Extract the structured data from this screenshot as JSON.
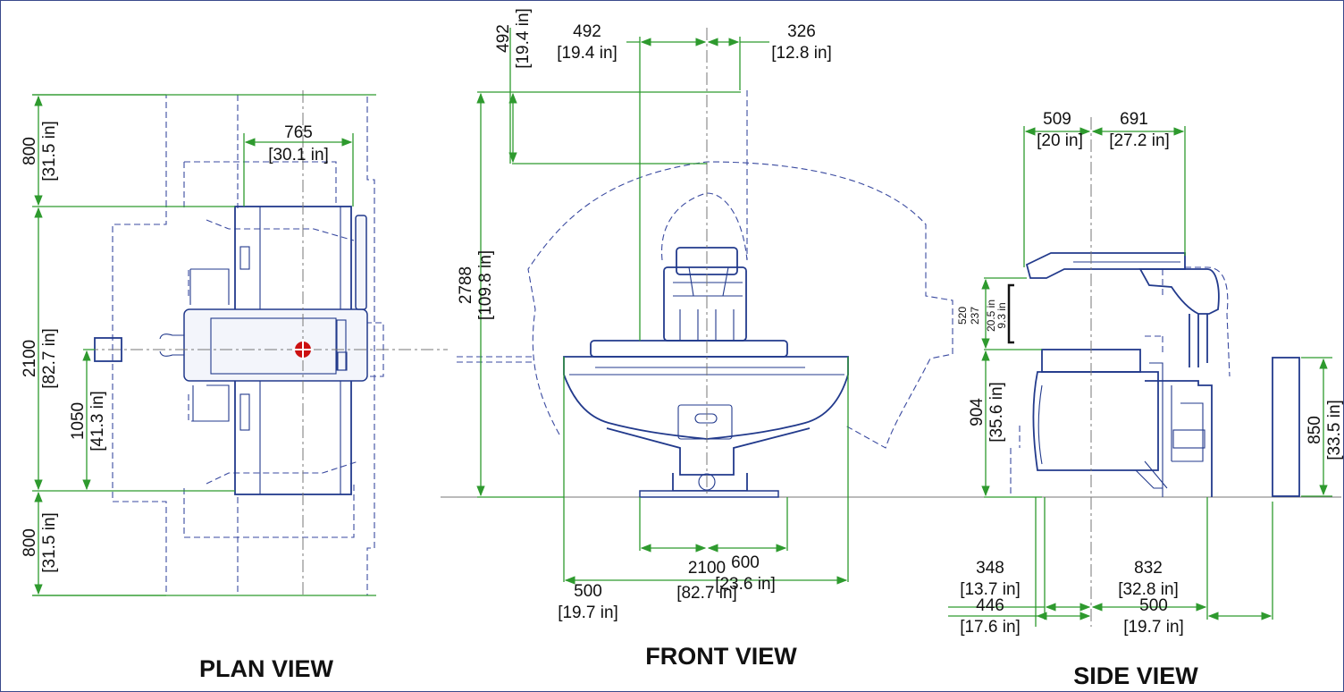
{
  "views": {
    "plan": "PLAN VIEW",
    "front": "FRONT VIEW",
    "side": "SIDE VIEW"
  },
  "plan_dims": {
    "top_clearance": {
      "mm": "800",
      "in": "[31.5 in]"
    },
    "total_length": {
      "mm": "2100",
      "in": "[82.7 in]"
    },
    "half_length": {
      "mm": "1050",
      "in": "[41.3 in]"
    },
    "bottom_clearance": {
      "mm": "800",
      "in": "[31.5 in]"
    },
    "width": {
      "mm": "765",
      "in": "[30.1 in]"
    }
  },
  "front_dims": {
    "top_vertical": {
      "mm": "492",
      "in": "[19.4 in]"
    },
    "top_left": {
      "mm": "492",
      "in": "[19.4 in]"
    },
    "top_right": {
      "mm": "326",
      "in": "[12.8 in]"
    },
    "height": {
      "mm": "2788",
      "in": "[109.8 in]"
    },
    "bottom_left": {
      "mm": "500",
      "in": "[19.7 in]"
    },
    "bottom_right": {
      "mm": "600",
      "in": "[23.6 in]"
    },
    "total_width": {
      "mm": "2100",
      "in": "[82.7 in]"
    }
  },
  "side_dims": {
    "top_left": {
      "mm": "509",
      "in": "[20 in]"
    },
    "top_right": {
      "mm": "691",
      "in": "[27.2 in]"
    },
    "arm_range": {
      "mm1": "520",
      "mm2": "237",
      "in1": "20.5 in",
      "in2": "9.3 in"
    },
    "table_height": {
      "mm": "904",
      "in": "[35.6 in]"
    },
    "console_height": {
      "mm": "850",
      "in": "[33.5 in]"
    },
    "mid_left": {
      "mm": "348",
      "in": "[13.7 in]"
    },
    "mid_right": {
      "mm": "832",
      "in": "[32.8 in]"
    },
    "low_left": {
      "mm": "446",
      "in": "[17.6 in]"
    },
    "low_right": {
      "mm": "500",
      "in": "[19.7 in]"
    }
  },
  "colors": {
    "dimension_line": "#2e9a2e",
    "equipment_outline": "#223a8c",
    "clearance_dashed": "#3a4aa0",
    "isocenter_marker": "#cc1111"
  }
}
